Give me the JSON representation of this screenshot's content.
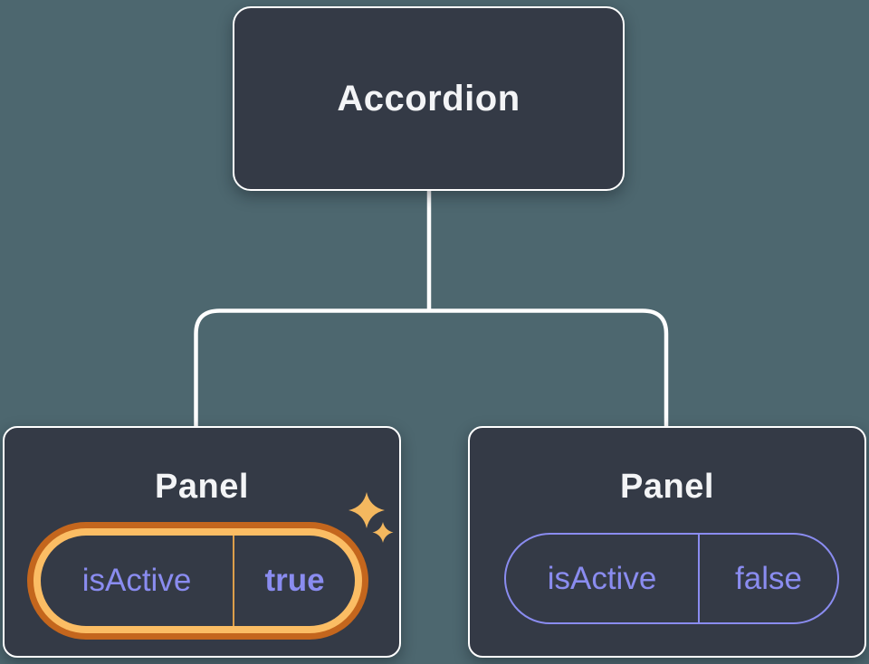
{
  "diagram": {
    "root": {
      "label": "Accordion"
    },
    "children": [
      {
        "label": "Panel",
        "prop_name": "isActive",
        "prop_value": "true",
        "highlighted": true,
        "badge_icon": "sparkles"
      },
      {
        "label": "Panel",
        "prop_name": "isActive",
        "prop_value": "false",
        "highlighted": false
      }
    ]
  },
  "colors": {
    "bg": "#4D676F",
    "card": "#343A46",
    "stroke": "#FFFFFF",
    "text": "#F3F4F6",
    "purple": "#8A8CF0",
    "orangedark": "#C4661D",
    "gold": "#FBBD64",
    "golddivider": "#DC9E4A",
    "sparkle": "#F4B85F"
  }
}
